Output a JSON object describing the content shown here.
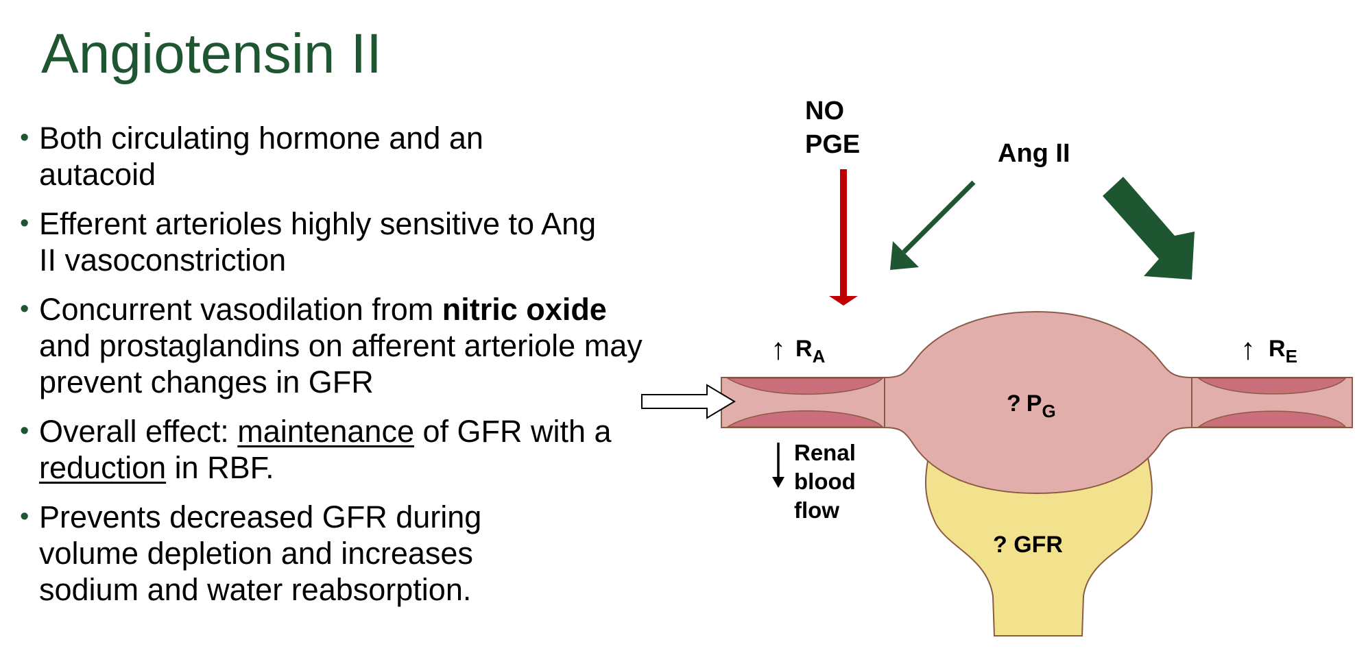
{
  "title": "Angiotensin II",
  "bullets": [
    {
      "text": "Both circulating hormone and an autacoid"
    },
    {
      "text": "Efferent arterioles highly sensitive to Ang II vasoconstriction"
    },
    {
      "pre": "Concurrent vasodilation from ",
      "bold": "nitric oxide",
      "post": " and prostaglandins on afferent arteriole may prevent changes in GFR"
    },
    {
      "pre": "Overall effect: ",
      "u1": "maintenance",
      "mid": " of GFR with a ",
      "u2": "reduction",
      "post": " in RBF."
    },
    {
      "text": "Prevents decreased GFR during volume depletion and increases sodium and water reabsorption."
    }
  ],
  "diagram": {
    "vasodilators": [
      "NO",
      "PGE"
    ],
    "ang_ii": "Ang II",
    "afferent_resistance": {
      "arrow": "↑",
      "symbol": "R",
      "subscript": "A"
    },
    "efferent_resistance": {
      "arrow": "↑",
      "symbol": "R",
      "subscript": "E"
    },
    "renal_blood_flow": {
      "arrow": "↓",
      "lines": [
        "Renal",
        "blood",
        "flow"
      ]
    },
    "glomerular_pressure": {
      "prefix": "?",
      "symbol": "P",
      "subscript": "G"
    },
    "gfr": "? GFR",
    "colors": {
      "title": "#1e5631",
      "ang_ii_arrows": "#1e5631",
      "vasodilator_arrow": "#c00000",
      "glomerulus": "#e2aeac",
      "vessel_wall": "#cb6f7a",
      "bowman_capsule": "#f3e28d",
      "outline": "#8b5a45"
    }
  }
}
